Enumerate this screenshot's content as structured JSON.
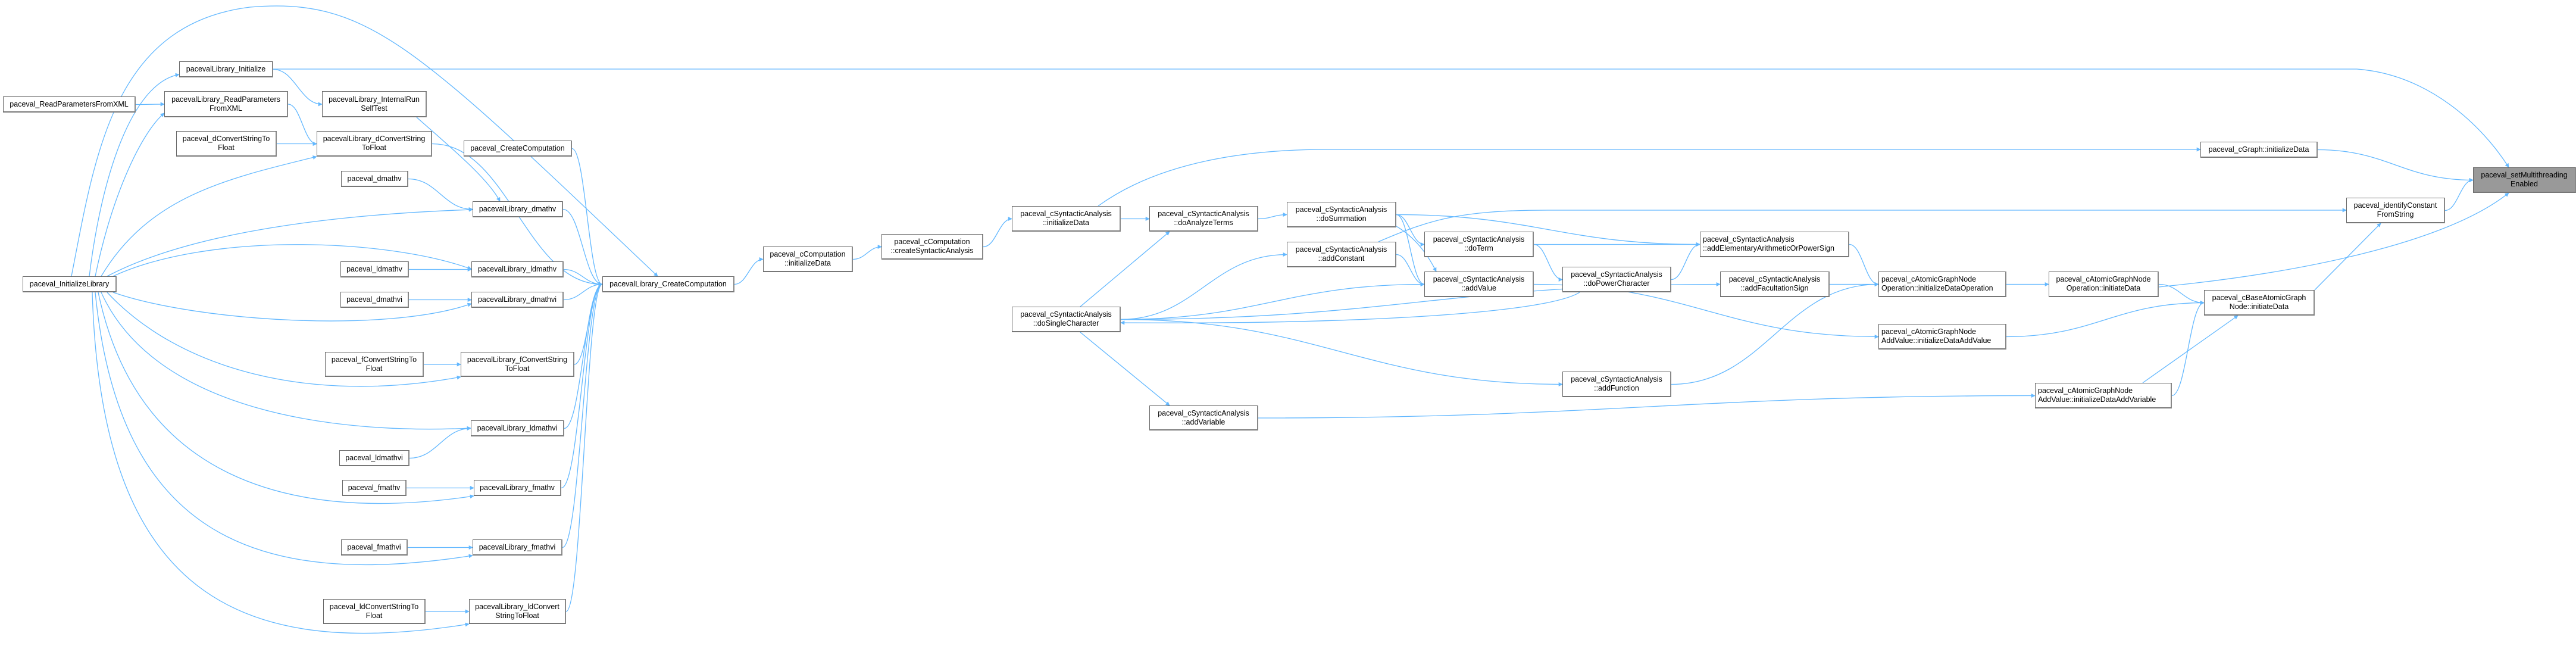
{
  "title": "Caller graph of paceval_setMultithreadingEnabled",
  "colors": {
    "edge": "#63b8ff",
    "node_border": "#666666",
    "current_node": "#999999"
  },
  "nodes": {
    "n0": "paceval_ReadParametersFromXML",
    "n1": "pacevalLibrary_Initialize",
    "n2": "pacevalLibrary_ReadParameters\nFromXML",
    "n3": "pacevalLibrary_InternalRun\nSelfTest",
    "n4": "paceval_dConvertStringTo\nFloat",
    "n5": "pacevalLibrary_dConvertString\nToFloat",
    "n6": "paceval_CreateComputation",
    "n7": "paceval_dmathv",
    "n8": "pacevalLibrary_dmathv",
    "n9": "paceval_InitializeLibrary",
    "n10": "paceval_ldmathv",
    "n11": "pacevalLibrary_ldmathv",
    "n12": "paceval_dmathvi",
    "n13": "pacevalLibrary_dmathvi",
    "n14": "pacevalLibrary_CreateComputation",
    "n15": "paceval_fConvertStringTo\nFloat",
    "n16": "pacevalLibrary_fConvertString\nToFloat",
    "n17": "pacevalLibrary_ldmathvi",
    "n18": "paceval_ldmathvi",
    "n19": "paceval_fmathv",
    "n20": "pacevalLibrary_fmathv",
    "n21": "paceval_fmathvi",
    "n22": "pacevalLibrary_fmathvi",
    "n23": "paceval_ldConvertStringTo\nFloat",
    "n24": "pacevalLibrary_ldConvert\nStringToFloat",
    "n25": "paceval_cComputation\n::initializeData",
    "n26": "paceval_cComputation\n::createSyntacticAnalysis",
    "n27": "paceval_cSyntacticAnalysis\n::initializeData",
    "n28": "paceval_cSyntacticAnalysis\n::doAnalyzeTerms",
    "n29": "paceval_cSyntacticAnalysis\n::doSummation",
    "n30": "paceval_cSyntacticAnalysis\n::addConstant",
    "n31": "paceval_cSyntacticAnalysis\n::doSingleCharacter",
    "n32": "paceval_cSyntacticAnalysis\n::addVariable",
    "n33": "paceval_cSyntacticAnalysis\n::doTerm",
    "n34": "paceval_cSyntacticAnalysis\n::addValue",
    "n35": "paceval_cSyntacticAnalysis\n::addElementaryArithmeticOrPowerSign",
    "n36": "paceval_cSyntacticAnalysis\n::doPowerCharacter",
    "n37": "paceval_cSyntacticAnalysis\n::addFacultationSign",
    "n38": "paceval_cAtomicGraphNode\nOperation::initializeDataOperation",
    "n39": "paceval_cAtomicGraphNode\nOperation::initiateData",
    "n40": "paceval_cAtomicGraphNode\nAddValue::initializeDataAddValue",
    "n41": "paceval_cSyntacticAnalysis\n::addFunction",
    "n42": "paceval_cAtomicGraphNode\nAddValue::initializeDataAddVariable",
    "n43": "paceval_cGraph::initializeData",
    "n44": "paceval_setMultithreading\nEnabled",
    "n45": "paceval_identifyConstant\nFromString",
    "n46": "paceval_cBaseAtomicGraph\nNode::initiateData"
  }
}
